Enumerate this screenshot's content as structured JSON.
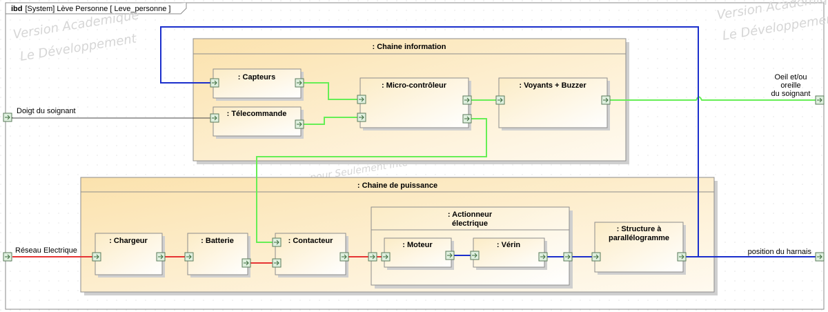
{
  "frame": {
    "keyword": "ibd",
    "label": "[System] Lève Personne [ Leve_personne ]"
  },
  "watermarks": {
    "line1": "Version Academique",
    "line2": "Le Développement",
    "line3": "pour Seulement Inte"
  },
  "external_labels": {
    "doigt": "Doigt du soignant",
    "reseau": "Réseau Electrique",
    "oeil_1": "Oeil et/ou",
    "oeil_2": "oreille",
    "oeil_3": "du soignant",
    "position": "position du harnais"
  },
  "groups": {
    "info": ": Chaine information",
    "puissance": ": Chaine de puissance",
    "actionneur_1": ": Actionneur",
    "actionneur_2": "électrique"
  },
  "blocks": {
    "capteurs": ": Capteurs",
    "telecommande": ": Télecommande",
    "microcontroleur": ": Micro-contrôleur",
    "voyants": ": Voyants + Buzzer",
    "chargeur": ": Chargeur",
    "batterie": ": Batterie",
    "contacteur": ": Contacteur",
    "moteur": ": Moteur",
    "verin": ": Vérin",
    "structure_1": ": Structure à",
    "structure_2": "parallélogramme"
  },
  "colors": {
    "information_flow": "#66ee55",
    "energy_flow": "#e63333",
    "mechanical_flow": "#1a2ecc",
    "human_flow": "#444444",
    "block_fill": "#fdf3d8",
    "group_fill": "#fcebc4",
    "border": "#8c8c8c"
  }
}
